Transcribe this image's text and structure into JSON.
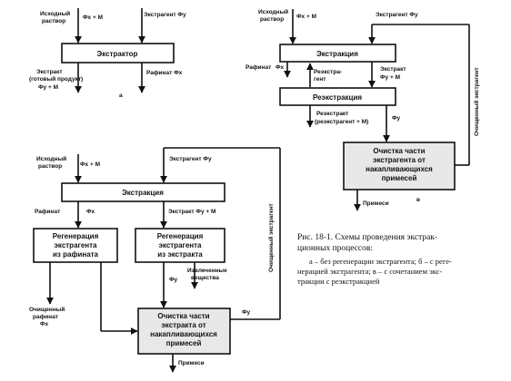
{
  "diagram_a": {
    "in_left_1": "Исходный",
    "in_left_2": "раствор",
    "in_mid": "Фx + M",
    "in_right": "Экстрагент Фу",
    "box": "Экстрактор",
    "out_left_1": "Экстракт",
    "out_left_2": "(готовый продукт)",
    "out_left_3": "Фу + М",
    "out_right": "Рафинат Фx",
    "tag": "а"
  },
  "diagram_b": {
    "in_left_1": "Исходный",
    "in_left_2": "раствор",
    "in_mid": "Фx + M",
    "in_right": "Экстрагент Фу",
    "box_top": "Экстракция",
    "rafinat": "Рафинат",
    "rafinat_f": "Фх",
    "extract": "Экстракт Фу + М",
    "regen_left_1": "Регенерация",
    "regen_left_2": "экстрагента",
    "regen_left_3": "из рафината",
    "regen_right_1": "Регенерация",
    "regen_right_2": "экстрагента",
    "regen_right_3": "из экстракта",
    "fy_mid": "Фу",
    "extracted_1": "Извлеченные",
    "extracted_2": "вещества",
    "cleaned_raf_1": "Очищенный",
    "cleaned_raf_2": "рафинат",
    "cleaned_raf_3": "Фх",
    "clean_1": "Очистка части",
    "clean_2": "экстракта от",
    "clean_3": "накапливающихся",
    "clean_4": "примесей",
    "fy_right": "Фу",
    "impurities": "Примеси",
    "cleaned_extr": "Очищенный экстрагент"
  },
  "diagram_c": {
    "in_left_1": "Исходный",
    "in_left_2": "раствор",
    "in_mid": "Фx + M",
    "in_right": "Экстрагент Фу",
    "box_extr": "Экстракция",
    "rafinat": "Рафинат",
    "rafinat_f": "Фх",
    "reextr_1": "Реэкстра-",
    "reextr_2": "гент",
    "extract_1": "Экстракт",
    "extract_2": "Фу + М",
    "box_reextr": "Реэкстракция",
    "reextract_1": "Реэкстракт",
    "reextract_2": "(реэкстрагент + М)",
    "fy": "Фу",
    "clean_1": "Очистка части",
    "clean_2": "экстрагента от",
    "clean_3": "накапливающихся",
    "clean_4": "примесей",
    "impurities": "Примеси",
    "cleaned_extr": "Очищенный экстрагент",
    "tag": "в"
  },
  "caption": {
    "line1": "Рис. 18-1. Схемы проведения экстрак-",
    "line2": "ционных процессов:",
    "line3": "а – без регенерации экстрагента; б – с реге-",
    "line4": "нерацией экстрагента; в – с сочетанием экс-",
    "line5": "тракции с реэкстракцией"
  }
}
